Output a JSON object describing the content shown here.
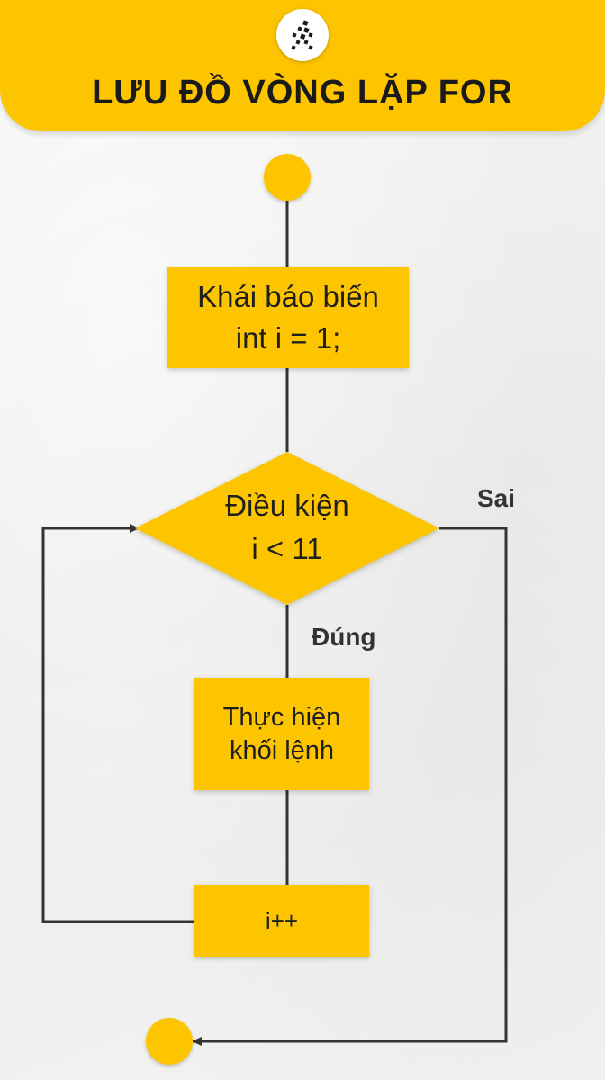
{
  "header": {
    "title": "LƯU ĐỒ VÒNG LẶP FOR",
    "logo_icon": "runner-icon"
  },
  "nodes": {
    "declare": {
      "line1": "Khái báo biến",
      "line2": "int i = 1;"
    },
    "condition": {
      "line1": "Điều kiện",
      "line2": "i < 11"
    },
    "body": {
      "line1": "Thực hiện",
      "line2": "khối lệnh"
    },
    "increment": {
      "text": "i++"
    }
  },
  "edges": {
    "true_label": "Đúng",
    "false_label": "Sai"
  },
  "colors": {
    "accent": "#fdc500",
    "line": "#333333"
  }
}
